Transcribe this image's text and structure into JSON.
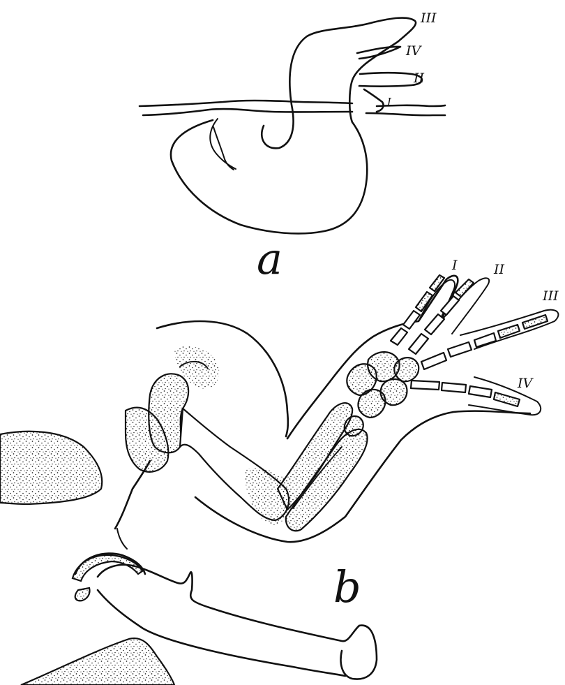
{
  "figure": {
    "panel_a": {
      "label": "a",
      "digits": [
        "III",
        "IV",
        "II",
        "I"
      ]
    },
    "panel_b": {
      "label": "b",
      "digits": [
        "I",
        "II",
        "III",
        "IV"
      ]
    }
  }
}
